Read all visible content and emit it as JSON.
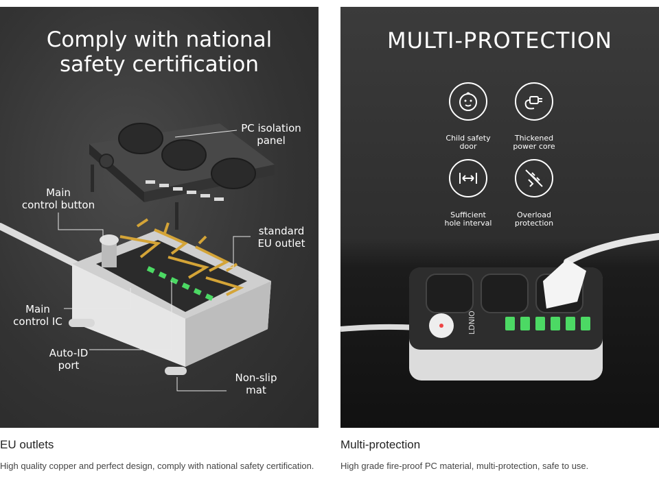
{
  "cards": [
    {
      "image_title": "Comply with national\nsafety certification",
      "callouts": {
        "pc_panel": "PC isolation\npanel",
        "main_button": "Main\ncontrol button",
        "eu_outlet": "standard\nEU outlet",
        "main_ic": "Main\ncontrol IC",
        "auto_id": "Auto-ID\nport",
        "non_slip": "Non-slip\nmat"
      },
      "title": "EU outlets",
      "description": "High quality copper and perfect design, comply with national safety certification."
    },
    {
      "image_title": "MULTI-PROTECTION",
      "features": [
        {
          "label": "Child safety\ndoor",
          "icon": "baby-face-icon"
        },
        {
          "label": "Thickened\npower core",
          "icon": "plug-cable-icon"
        },
        {
          "label": "Sufficient\nhole interval",
          "icon": "interval-arrows-icon"
        },
        {
          "label": "Overload\nprotection",
          "icon": "no-plug-icon"
        }
      ],
      "title": "Multi-protection",
      "description": "High grade fire-proof PC material, multi-protection, safe to use."
    }
  ],
  "brand_text": "LDNIO",
  "colors": {
    "usb_green": "#4cd964",
    "copper": "#d4a437",
    "body_white": "#e8e8e8",
    "panel_dark": "#3a3a3a"
  }
}
